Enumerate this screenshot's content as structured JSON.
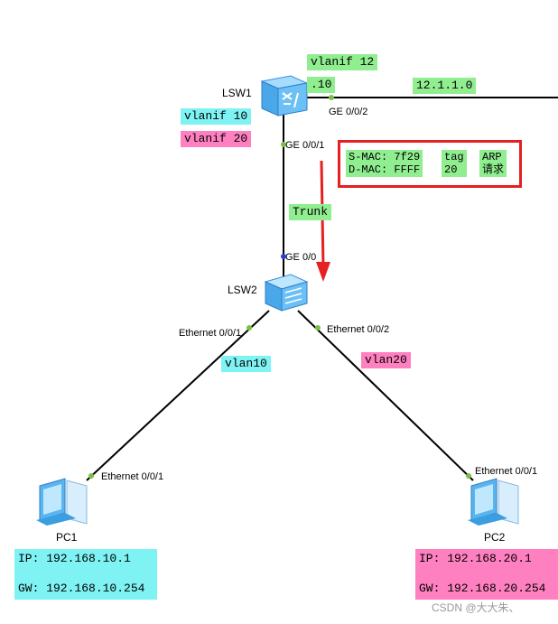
{
  "devices": {
    "lsw1": "LSW1",
    "lsw2": "LSW2",
    "pc1": "PC1",
    "pc2": "PC2"
  },
  "tags": {
    "vlanif12": "vlanif 12",
    "dot10": ".10",
    "net12": "12.1.1.0",
    "vlanif10": "vlanif 10",
    "vlanif20": "vlanif 20",
    "trunk": "Trunk",
    "vlan10": "vlan10",
    "vlan20": "vlan20"
  },
  "ports": {
    "lsw1_ge002": "GE 0/0/2",
    "lsw1_ge001": "GE 0/0/1",
    "lsw2_ge00": "GE 0/0",
    "lsw2_eth001": "Ethernet 0/0/1",
    "lsw2_eth002": "Ethernet 0/0/2",
    "pc1_eth001": "Ethernet 0/0/1",
    "pc2_eth001": "Ethernet 0/0/1"
  },
  "frame": {
    "smac": "S-MAC: 7f29",
    "dmac": "D-MAC: FFFF",
    "tag": "tag",
    "tag_val": "20",
    "arp": "ARP",
    "arp_req": "请求"
  },
  "pc1": {
    "ip": "IP: 192.168.10.1",
    "gw": "GW: 192.168.10.254"
  },
  "pc2": {
    "ip": "IP: 192.168.20.1",
    "gw": "GW: 192.168.20.254"
  },
  "watermark": "CSDN @大大朱、",
  "colors": {
    "green": "#90ee90",
    "cyan": "#7ff3f3",
    "pink": "#ff80c0",
    "frame_border": "#e62020",
    "arrow": "#e62020",
    "switch_blue": "#4aa8e8",
    "pc_blue": "#3a9ee0"
  }
}
